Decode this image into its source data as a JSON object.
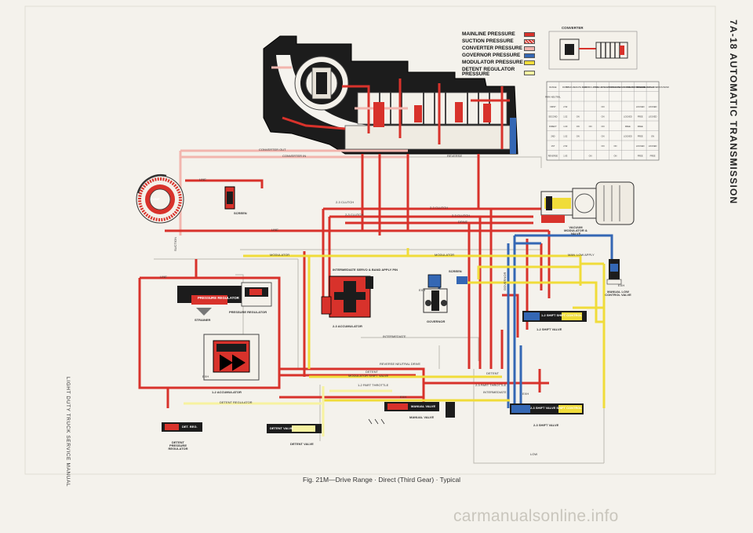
{
  "page_header": "7A-18 AUTOMATIC TRANSMISSION",
  "side_manual": "LIGHT DUTY TRUCK SERVICE MANUAL",
  "caption": "Fig. 21M—Drive Range · Direct (Third Gear) · Typical",
  "watermark": "carmanualsonline.info",
  "legend": [
    {
      "label": "MAINLINE PRESSURE",
      "color": "#d8322b"
    },
    {
      "label": "SUCTION PRESSURE",
      "color": "#d8322b"
    },
    {
      "label": "CONVERTER PRESSURE",
      "color": "#f2b5ae"
    },
    {
      "label": "GOVERNOR PRESSURE",
      "color": "#3467b4"
    },
    {
      "label": "MODULATOR PRESSURE",
      "color": "#f0dc3a"
    },
    {
      "label": "DETENT REGULATOR PRESSURE",
      "color": "#f7f2a0"
    }
  ],
  "converter_title": "CONVERTER",
  "components": {
    "pump": "PUMP",
    "screen": "SCREEN",
    "pressure_regulator": "PRESSURE REGULATOR",
    "pressure_regulator_label": "PRESSURE REGULATOR",
    "strainer": "STRAINER",
    "intermediate_servo": "INTERMEDIATE SERVO & BAND APPLY PIN",
    "accumulator_23": "2-3 ACCUMULATOR",
    "accumulator_12": "1-2 ACCUMULATOR",
    "governor": "GOVERNOR",
    "governor_screen": "SCREEN",
    "vacuum_modulator": "VACUUM MODULATOR & VALVE",
    "manual_low_control": "MANUAL LOW CONTROL VALVE",
    "shift_12_valve": "1-2 SHIFT VALVE",
    "shift_23_valve": "2-3 SHIFT VALVE",
    "manual_valve": "MANUAL VALVE",
    "detent_valve": "DETENT VALVE",
    "detent_pressure_regulator": "DETENT PRESSURE REGULATOR",
    "valve_12_text": "1-2 SHIFT   SHIFT CONTROL",
    "valve_23_text": "2-3 SHIFT VALVE   SHIFT CONTROL",
    "manual_valve_text": "MANUAL VALVE",
    "detent_valve_text": "DETENT VALVE",
    "detent_reg_text": "DET. REG."
  },
  "line_labels": {
    "converter_out": "CONVERTER OUT",
    "converter_in": "CONVERTER IN",
    "reverse": "REVERSE",
    "clutch_23a": "2-3 CLUTCH",
    "clutch_23b": "2-3 CLUTCH",
    "clutch_23c": "2-3 CLUTCH",
    "clutch_23d": "2-3 CLUTCH",
    "drive": "DRIVE",
    "line_a": "LINE",
    "line_b": "LINE",
    "line_c": "LINE",
    "modulator_a": "MODULATOR",
    "modulator_b": "MODULATOR",
    "modulator_shift": "MODULATOR SHIFT VALVE",
    "intermediate_a": "INTERMEDIATE",
    "intermediate_b": "INTERMEDIATE",
    "detent_a": "DETENT",
    "detent_b": "DETENT",
    "detent_regulator": "DETENT REGULATOR",
    "part_throttle_a": "1-2 PART THROTTLE",
    "part_throttle_b": "2-3 PART THROTTLE",
    "low": "LOW",
    "man_low_apply": "MAN. LOW APPLY",
    "rev_neutral": "REVERSE NEUTRAL DRIVE",
    "exh_a": "EXH",
    "exh_b": "EXH",
    "exh_c": "EXH",
    "exh_d": "EXH",
    "exh_e": "EXH",
    "suction": "SUCTION",
    "governor_line": "GOVERNOR"
  },
  "clutch_table": {
    "headers": [
      "RANGE",
      "RATIO",
      "INTER-MEDIATE CLUTCH",
      "DIRECT CLUTCH",
      "FORWARD CLUTCH",
      "LOW AND REVERSE CLUTCH",
      "INTER-MEDIATE OVERRUN ROLLER",
      "LOW AND REVERSE ROLLER",
      "INTER-MEDIATE OVERRUN BAND"
    ],
    "rows": [
      [
        "PARK-NEUTRAL",
        "",
        "",
        "",
        "",
        "",
        "",
        "",
        ""
      ],
      [
        "FIRST",
        "2.52",
        "",
        "",
        "ON",
        "",
        "",
        "LOCKED",
        "LOCKED"
      ],
      [
        "SECOND",
        "1.52",
        "ON",
        "",
        "ON",
        "",
        "LOCKED",
        "FREE",
        "LOCKED"
      ],
      [
        "DIRECT",
        "1.00",
        "ON",
        "ON",
        "ON",
        "",
        "FREE",
        "FREE",
        ""
      ],
      [
        "2ND",
        "1.52",
        "ON",
        "",
        "ON",
        "",
        "LOCKED",
        "FREE",
        "ON"
      ],
      [
        "1ST",
        "2.52",
        "",
        "",
        "ON",
        "ON",
        "",
        "LOCKED",
        "LOCKED"
      ],
      [
        "REVERSE",
        "1.93",
        "",
        "ON",
        "",
        "ON",
        "",
        "FREE",
        "FREE"
      ]
    ]
  }
}
